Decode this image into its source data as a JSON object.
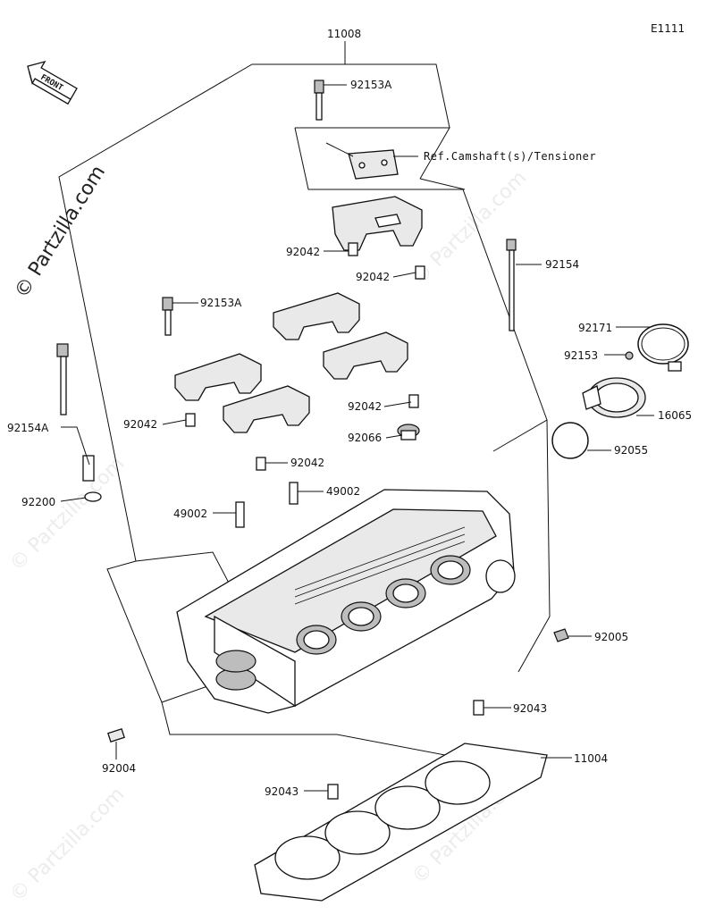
{
  "diagram_code": "E1111",
  "front_label": "FRONT",
  "watermark": "© Partzilla.com",
  "parts": {
    "p11008": "11008",
    "p92153A_top": "92153A",
    "ref_camshaft": "Ref.Camshaft(s)/Tensioner",
    "p92042_a": "92042",
    "p92042_b": "92042",
    "p92154": "92154",
    "p92153A_left": "92153A",
    "p92171": "92171",
    "p92153": "92153",
    "p92154A": "92154A",
    "p92042_c": "92042",
    "p92042_d": "92042",
    "p16065": "16065",
    "p92066": "92066",
    "p92055": "92055",
    "p92042_e": "92042",
    "p49002_a": "49002",
    "p92200": "92200",
    "p49002_b": "49002",
    "p92005": "92005",
    "p92043_a": "92043",
    "p92004": "92004",
    "p11004": "11004",
    "p92043_b": "92043"
  }
}
